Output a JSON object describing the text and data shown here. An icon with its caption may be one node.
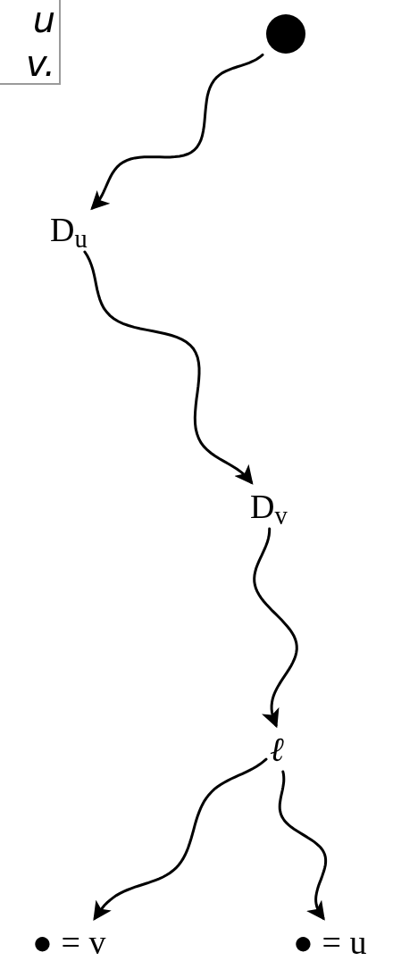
{
  "diagram": {
    "nodes": [
      {
        "text": [
          "u",
          "v."
        ]
      },
      {
        "text": [],
        "shape": "circle"
      },
      {
        "text": [
          "D$_{u}$"
        ]
      },
      {
        "text": [
          "D$_{v}$"
        ]
      },
      {
        "text": [
          "ℓ"
        ]
      },
      {
        "text": [
          "● = v"
        ]
      },
      {
        "text": [
          "● = u"
        ]
      }
    ],
    "edges": [
      {
        "from": 1,
        "to": 2,
        "arrow": "to"
      },
      {
        "from": 2,
        "to": 3,
        "arrow": "to"
      },
      {
        "from": 3,
        "to": 4,
        "arrow": "to"
      },
      {
        "from": 4,
        "to": 5,
        "arrow": "to"
      },
      {
        "from": 4,
        "to": 6,
        "arrow": "to"
      }
    ]
  }
}
